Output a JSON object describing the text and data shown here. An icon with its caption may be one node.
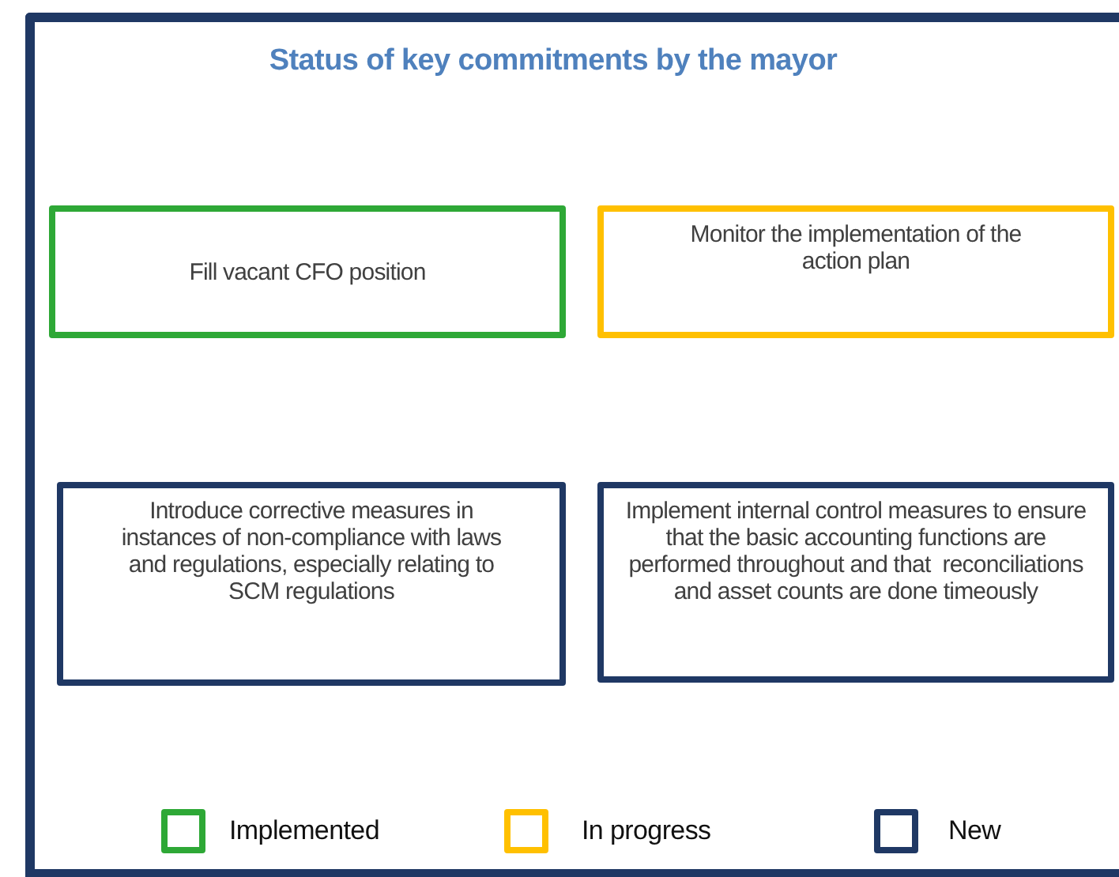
{
  "diagram": {
    "title": "Status of key commitments by the mayor",
    "nodes": [
      {
        "text": [
          "Fill vacant CFO position"
        ]
      },
      {
        "text": [
          "Monitor the implementation of the action plan"
        ]
      },
      {
        "text": [
          "Introduce corrective measures in instances of non-compliance with laws and regulations, especially relating to SCM regulations"
        ]
      },
      {
        "text": [
          "Implement internal control measures to ensure that the basic accounting functions are performed throughout and that  reconciliations and asset counts are done timeously"
        ]
      }
    ],
    "legend": [
      {
        "text": "Implemented",
        "color": "#2ea836"
      },
      {
        "text": "In progress",
        "color": "#ffc000"
      },
      {
        "text": "New",
        "color": "#1f3864"
      }
    ]
  }
}
